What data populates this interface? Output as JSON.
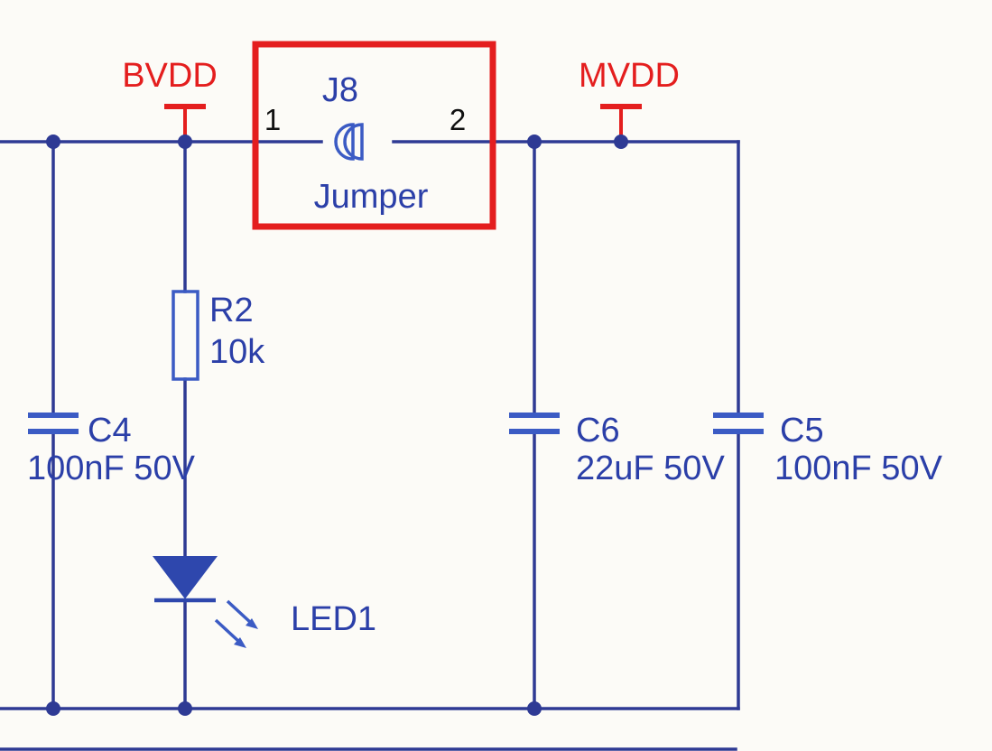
{
  "colors": {
    "bg": "#fcfbf7",
    "wire": "#2e3a94",
    "component": "#3b5bc4",
    "led": "#2e47ad",
    "text": "#2b3fa8",
    "red": "#e41e1e",
    "pinnum": "#111111"
  },
  "nets": {
    "bvdd_label": "BVDD",
    "mvdd_label": "MVDD"
  },
  "jumper": {
    "designator": "J8",
    "name": "Jumper",
    "pin1": "1",
    "pin2": "2"
  },
  "components": {
    "c4": {
      "designator": "C4",
      "value": "100nF 50V"
    },
    "r2": {
      "designator": "R2",
      "value": "10k"
    },
    "led1": {
      "designator": "LED1"
    },
    "c6": {
      "designator": "C6",
      "value": "22uF 50V"
    },
    "c5": {
      "designator": "C5",
      "value": "100nF 50V"
    }
  }
}
